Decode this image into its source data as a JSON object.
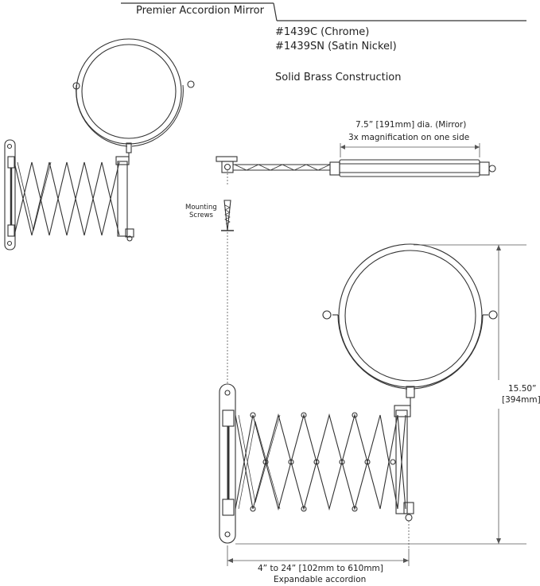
{
  "header": {
    "title": "Premier Accordion Mirror"
  },
  "specs": {
    "model_chrome": "#1439C (Chrome)",
    "model_satin": "#1439SN (Satin Nickel)",
    "construction": "Solid Brass Construction"
  },
  "annotations": {
    "mirror_diameter": "7.5” [191mm] dia. (Mirror)",
    "magnification": "3x magnification on one side",
    "mounting_screws_line1": "Mounting",
    "mounting_screws_line2": "Screws",
    "height_in": "15.50”",
    "height_mm": "[394mm]",
    "extension_range": "4” to 24” [102mm to 610mm]",
    "extension_caption": "Expandable accordion"
  },
  "style": {
    "line_color": "#333333",
    "dim_color": "#555555"
  }
}
